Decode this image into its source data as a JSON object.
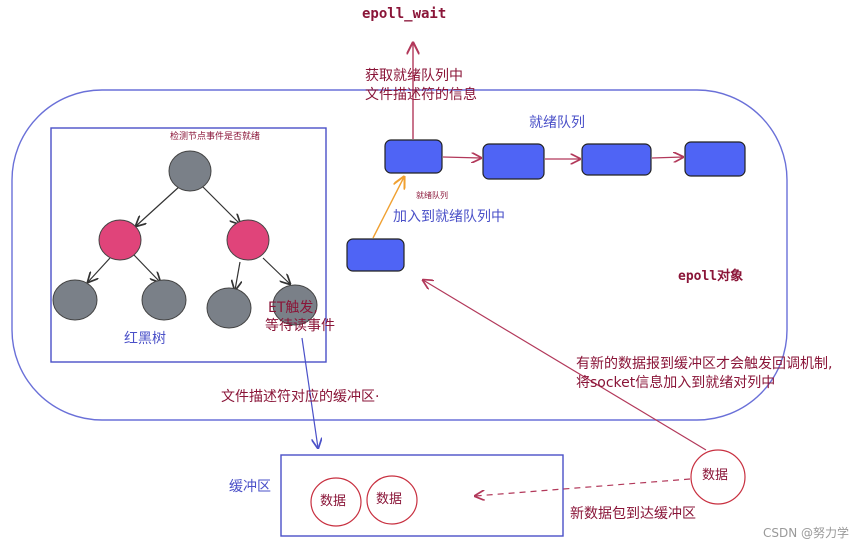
{
  "epoll_wait": "epoll_wait",
  "fetch_note": [
    "获取就绪队列中",
    "文件描述符的信息"
  ],
  "ready_queue_title": "就绪队列",
  "ready_queue_small": "就绪队列",
  "add_to_ready_queue": "加入到就绪队列中",
  "epoll_object": "epoll对象",
  "rbtree_caption": "检测节点事件是否就绪",
  "rbtree_label": "红黑树",
  "et_note": [
    "ET触发,",
    "等待读事件"
  ],
  "fd_buffer_note": "文件描述符对应的缓冲区·",
  "callback_note": [
    "有新的数据报到缓冲区才会触发回调机制,",
    "将socket信息加入到就绪对列中"
  ],
  "buffer_label": "缓冲区",
  "buffer_items": [
    "数据",
    "数据"
  ],
  "incoming_data": "数据",
  "new_data_note": "新数据包到达缓冲区",
  "watermark": "CSDN @努力学",
  "colors": {
    "queue_node": "#4f64f5",
    "red_node": "#e0447a",
    "black_node": "#7a8088",
    "frame": "#4a50c8",
    "accent_text": "#8a1538",
    "orange_arrow": "#f0a030"
  }
}
